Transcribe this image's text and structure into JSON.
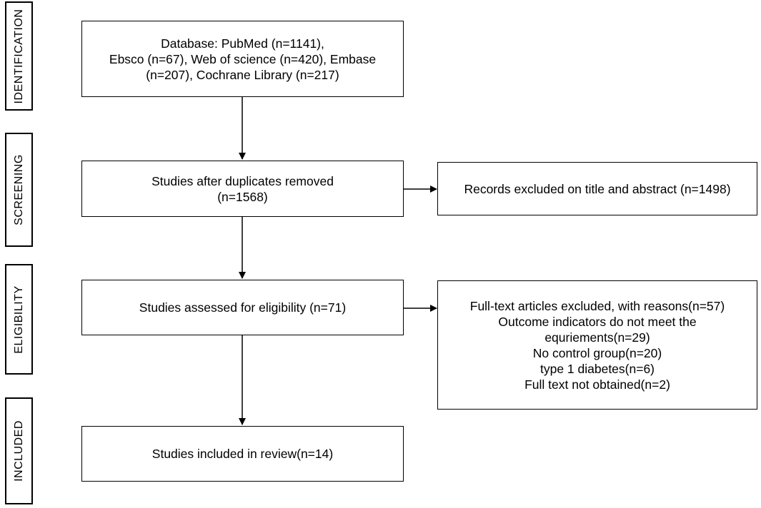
{
  "stages": [
    {
      "id": "identification",
      "label": "IDENTIFICATION"
    },
    {
      "id": "screening",
      "label": "SCREENING"
    },
    {
      "id": "eligibility",
      "label": "ELIGIBILITY"
    },
    {
      "id": "included",
      "label": "INCLUDED"
    }
  ],
  "boxes": {
    "identification": {
      "lines": [
        "Database: PubMed (n=1141),",
        "Ebsco (n=67), Web of science (n=420), Embase",
        "(n=207), Cochrane Library (n=217)"
      ]
    },
    "screening": {
      "lines": [
        "Studies after duplicates removed",
        "(n=1568)"
      ]
    },
    "screening_excluded": {
      "lines": [
        "Records excluded on title and abstract (n=1498)"
      ]
    },
    "eligibility": {
      "lines": [
        "Studies assessed for eligibility (n=71)"
      ]
    },
    "eligibility_excluded": {
      "lines": [
        "Full-text articles excluded, with reasons(n=57)",
        "Outcome indicators do not meet the",
        "equriements(n=29)",
        "No control group(n=20)",
        "type 1 diabetes(n=6)",
        "Full text not obtained(n=2)"
      ]
    },
    "included": {
      "lines": [
        "Studies included in review(n=14)"
      ]
    }
  }
}
